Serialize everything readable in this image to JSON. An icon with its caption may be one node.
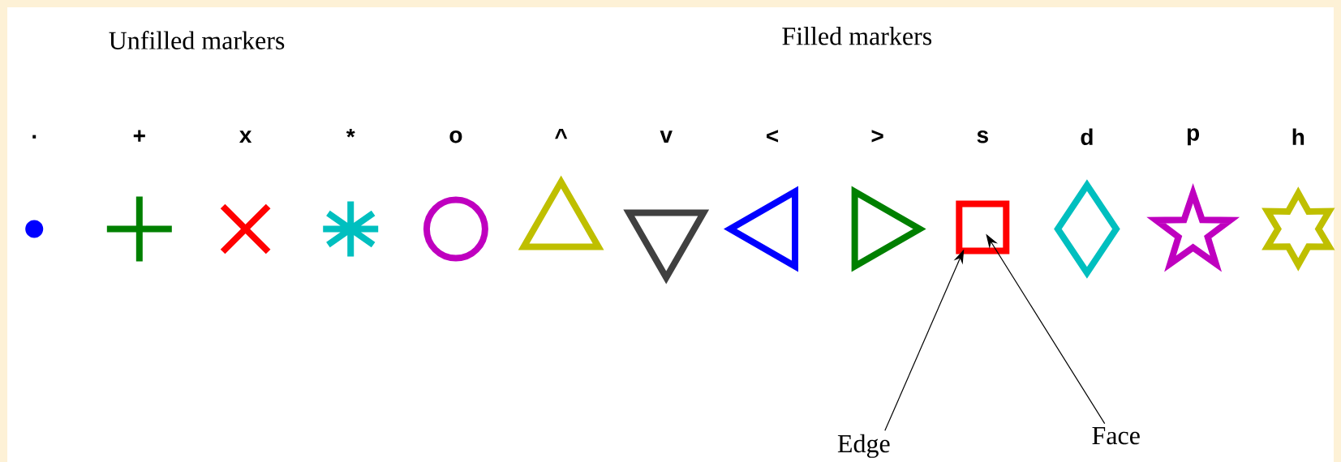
{
  "diagram": {
    "nodes": [
      {
        "text": [],
        "shape": "box"
      },
      {
        "text": [
          "Edge"
        ]
      },
      {
        "text": [
          "Face"
        ]
      }
    ],
    "edges": [
      {
        "from": 1,
        "to": 0,
        "arrow": "to"
      },
      {
        "from": 2,
        "to": 0,
        "arrow": "to"
      }
    ],
    "labels": [
      "Unfilled markers",
      "Filled markers",
      ".",
      "+",
      "x",
      "*",
      "o",
      "^",
      "v",
      "<",
      ">",
      "s",
      "d",
      "p",
      "h"
    ]
  }
}
